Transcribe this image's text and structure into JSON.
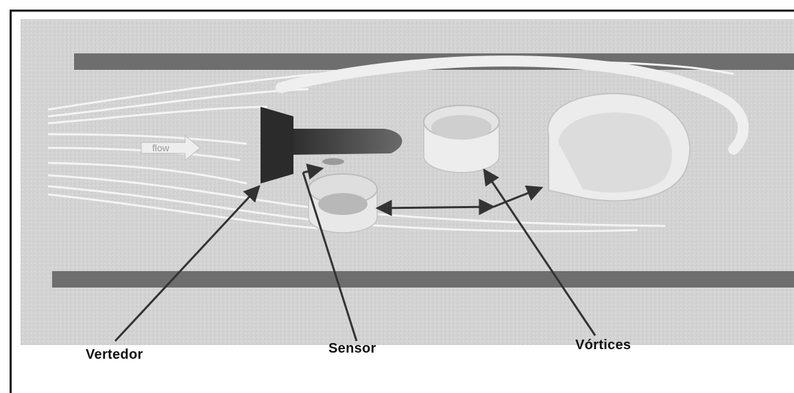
{
  "labels": {
    "vertedor": "Vertedor",
    "sensor": "Sensor",
    "vortices": "Vórtices"
  },
  "flow_arrow_text": "flow"
}
